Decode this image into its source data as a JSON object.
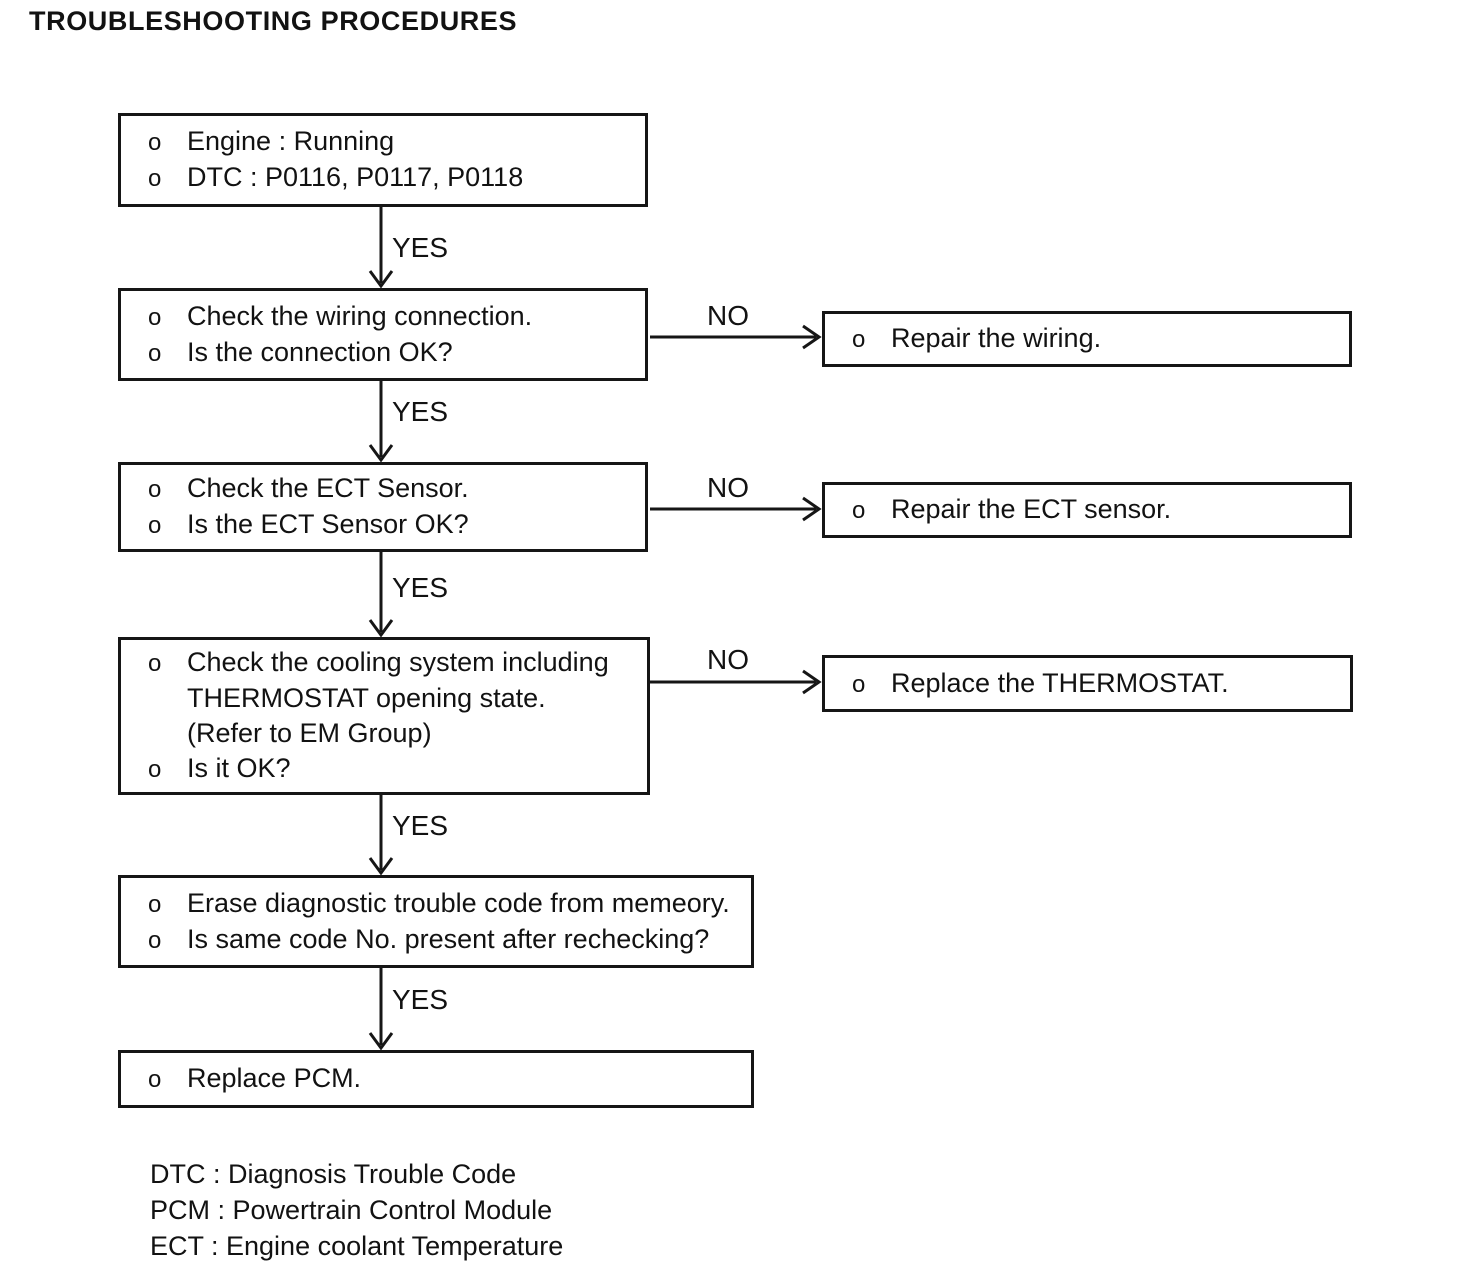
{
  "title": "TROUBLESHOOTING PROCEDURES",
  "diagram": {
    "type": "flowchart",
    "nodes": [
      {
        "id": "engine-condition",
        "lines": [
          {
            "b": "o",
            "t": "Engine : Running"
          },
          {
            "b": "o",
            "t": "DTC : P0116, P0117, P0118"
          }
        ]
      },
      {
        "id": "check-wiring",
        "lines": [
          {
            "b": "o",
            "t": "Check the wiring connection."
          },
          {
            "b": "o",
            "t": "Is the connection OK?"
          }
        ]
      },
      {
        "id": "repair-wiring",
        "lines": [
          {
            "b": "o",
            "t": "Repair the wiring."
          }
        ]
      },
      {
        "id": "check-ect-sensor",
        "lines": [
          {
            "b": "o",
            "t": "Check the ECT Sensor."
          },
          {
            "b": "o",
            "t": "Is the ECT Sensor OK?"
          }
        ]
      },
      {
        "id": "repair-ect-sensor",
        "lines": [
          {
            "b": "o",
            "t": "Repair the ECT sensor."
          }
        ]
      },
      {
        "id": "check-cooling-system",
        "lines": [
          {
            "b": "o",
            "t": "Check the cooling system including"
          },
          {
            "b": "",
            "t": "THERMOSTAT opening state."
          },
          {
            "b": "",
            "t": "(Refer to EM Group)"
          },
          {
            "b": "o",
            "t": "Is it OK?"
          }
        ]
      },
      {
        "id": "replace-thermostat",
        "lines": [
          {
            "b": "o",
            "t": "Replace the THERMOSTAT."
          }
        ]
      },
      {
        "id": "erase-dtc",
        "lines": [
          {
            "b": "o",
            "t": "Erase diagnostic trouble code from memeory."
          },
          {
            "b": "o",
            "t": "Is same code No. present after rechecking?"
          }
        ]
      },
      {
        "id": "replace-pcm",
        "lines": [
          {
            "b": "o",
            "t": "Replace PCM."
          }
        ]
      }
    ],
    "edges": [
      {
        "from": "engine-condition",
        "to": "check-wiring",
        "label": "YES"
      },
      {
        "from": "check-wiring",
        "to": "repair-wiring",
        "label": "NO"
      },
      {
        "from": "check-wiring",
        "to": "check-ect-sensor",
        "label": "YES"
      },
      {
        "from": "check-ect-sensor",
        "to": "repair-ect-sensor",
        "label": "NO"
      },
      {
        "from": "check-ect-sensor",
        "to": "check-cooling-system",
        "label": "YES"
      },
      {
        "from": "check-cooling-system",
        "to": "replace-thermostat",
        "label": "NO"
      },
      {
        "from": "check-cooling-system",
        "to": "erase-dtc",
        "label": "YES"
      },
      {
        "from": "erase-dtc",
        "to": "replace-pcm",
        "label": "YES"
      }
    ]
  },
  "legend": [
    "DTC : Diagnosis Trouble Code",
    "PCM : Powertrain Control Module",
    "ECT : Engine coolant Temperature"
  ],
  "colors": {
    "ink": "#161616",
    "paper": "#ffffff"
  }
}
